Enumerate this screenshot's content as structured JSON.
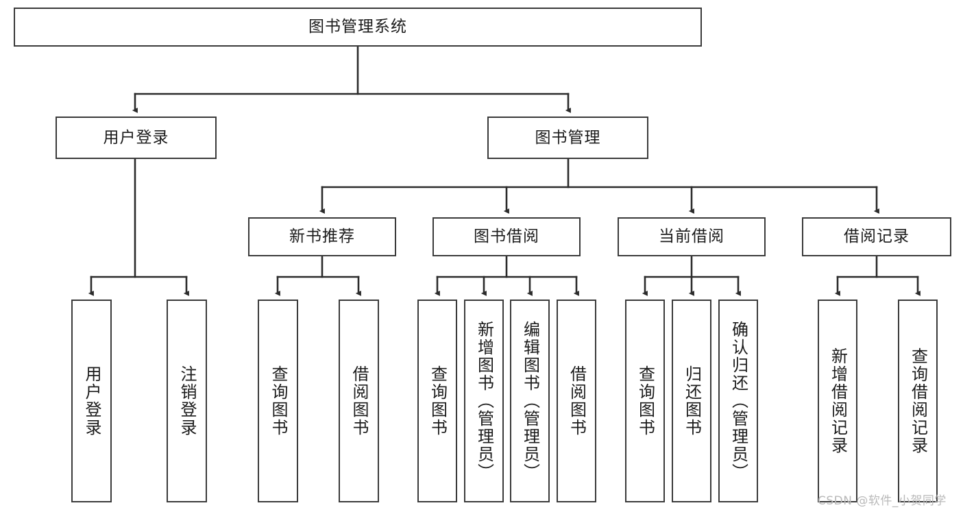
{
  "diagram": {
    "type": "tree-hierarchy",
    "title": "图书管理系统",
    "watermark": "CSDN @软件_小贺同学",
    "colors": {
      "box_border": "#3a3a3a",
      "box_fill": "#ffffff",
      "edge": "#2b2b2b",
      "text": "#1b1b1b",
      "watermark": "#b9b9b9",
      "background": "#ffffff"
    },
    "nodes": {
      "root": {
        "label": "图书管理系统",
        "level": 0
      },
      "level1": [
        {
          "id": "user-login",
          "label": "用户登录"
        },
        {
          "id": "book-manage",
          "label": "图书管理"
        }
      ],
      "level2": [
        {
          "id": "new-book-recommend",
          "label": "新书推荐",
          "parent": "book-manage"
        },
        {
          "id": "book-borrow",
          "label": "图书借阅",
          "parent": "book-manage"
        },
        {
          "id": "current-borrow",
          "label": "当前借阅",
          "parent": "book-manage"
        },
        {
          "id": "borrow-record",
          "label": "借阅记录",
          "parent": "book-manage"
        }
      ],
      "leaves": {
        "user-login": [
          {
            "id": "leaf-user-login",
            "label": "用户登录"
          },
          {
            "id": "leaf-user-logout",
            "label": "注销登录"
          }
        ],
        "new-book-recommend": [
          {
            "id": "leaf-query-book-1",
            "label": "查询图书"
          },
          {
            "id": "leaf-borrow-book-1",
            "label": "借阅图书"
          }
        ],
        "book-borrow": [
          {
            "id": "leaf-query-book-2",
            "label": "查询图书"
          },
          {
            "id": "leaf-add-book",
            "label": "新增图书（管理员）"
          },
          {
            "id": "leaf-edit-book",
            "label": "编辑图书（管理员）"
          },
          {
            "id": "leaf-borrow-book-2",
            "label": "借阅图书"
          }
        ],
        "current-borrow": [
          {
            "id": "leaf-query-book-3",
            "label": "查询图书"
          },
          {
            "id": "leaf-return-book",
            "label": "归还图书"
          },
          {
            "id": "leaf-confirm-return",
            "label": "确认归还（管理员）"
          }
        ],
        "borrow-record": [
          {
            "id": "leaf-add-record",
            "label": "新增借阅记录"
          },
          {
            "id": "leaf-query-record",
            "label": "查询借阅记录"
          }
        ]
      }
    }
  }
}
